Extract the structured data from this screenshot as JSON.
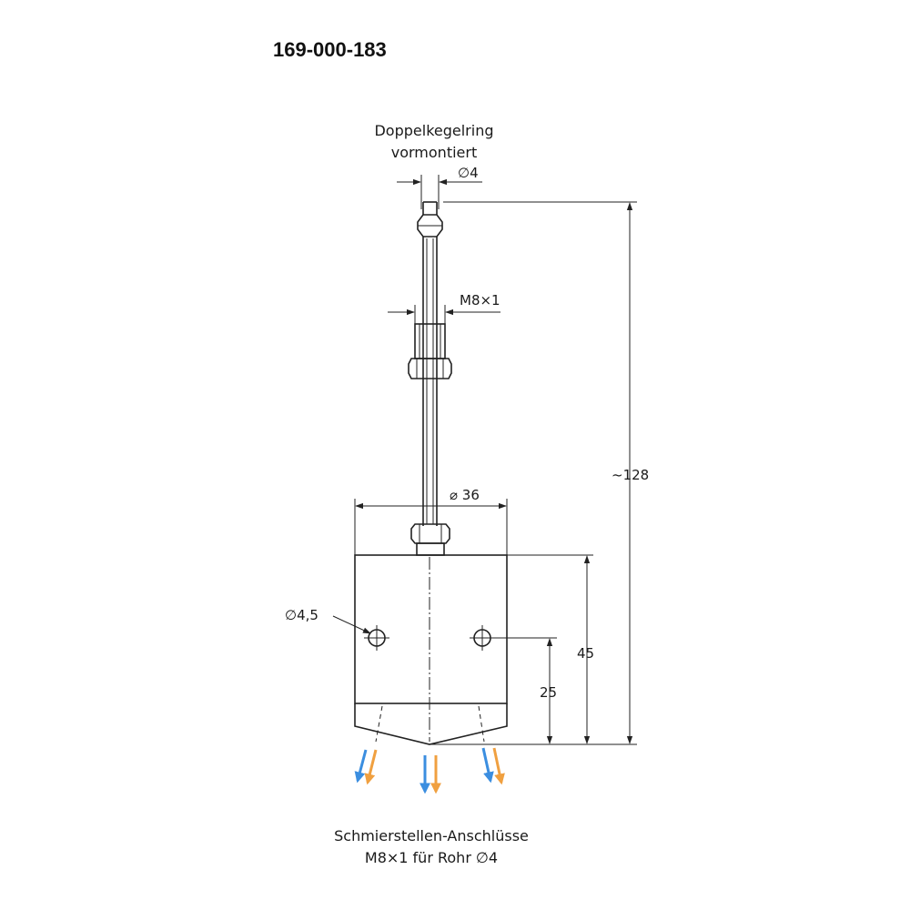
{
  "part_number": "169-000-183",
  "labels": {
    "ring_line1": "Doppelkegelring",
    "ring_line2": "vormontiert",
    "outlets_line1": "Schmierstellen-Anschlüsse",
    "outlets_line2": "M8×1 für Rohr ∅4"
  },
  "dimensions": {
    "tube_diameter": "∅4",
    "thread": "M8×1",
    "body_diameter": "⌀ 36",
    "total_height": "~128",
    "body_height": "45",
    "hole_height": "25",
    "hole_diameter": "∅4,5"
  },
  "colors": {
    "arrow_blue": "#3b8ee0",
    "arrow_orange": "#f0a040",
    "line": "#222222"
  }
}
